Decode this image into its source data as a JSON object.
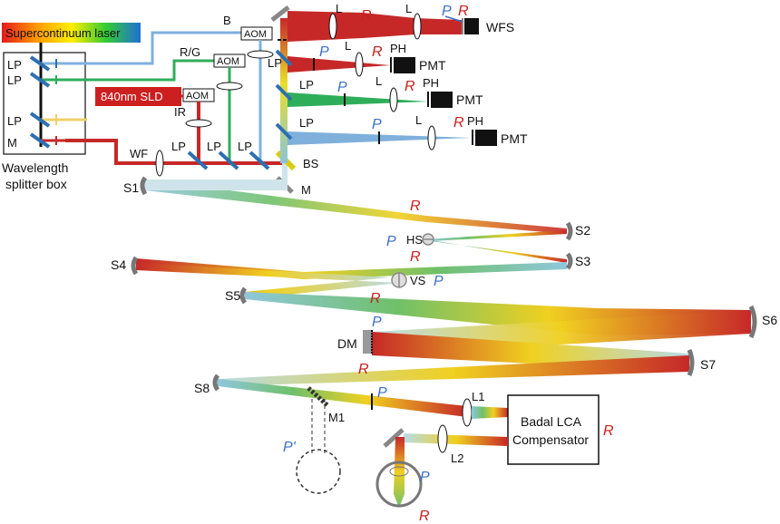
{
  "sources": {
    "supercontinuum": "Supercontinuum laser",
    "sld": "840nm SLD"
  },
  "splitter_box": {
    "line1": "Wavelength",
    "line2": "splitter box"
  },
  "components": {
    "lp": "LP",
    "m": "M",
    "l": "L",
    "aom": "AOM",
    "ph": "PH",
    "pmt": "PMT",
    "wfs": "WFS",
    "bs": "BS",
    "wf": "WF",
    "dm": "DM",
    "hs": "HS",
    "vs": "VS",
    "l1": "L1",
    "l2": "L2",
    "m1": "M1"
  },
  "channels": {
    "b": "B",
    "rg": "R/G",
    "ir": "IR"
  },
  "mirrors": {
    "s1": "S1",
    "s2": "S2",
    "s3": "S3",
    "s4": "S4",
    "s5": "S5",
    "s6": "S6",
    "s7": "S7",
    "s8": "S8"
  },
  "conjugates": {
    "p": "P",
    "r": "R",
    "p_prime": "P'"
  },
  "badal": {
    "line1": "Badal LCA",
    "line2": "Compensator"
  },
  "colors": {
    "red": "#c62828",
    "green": "#2fae5a",
    "blue": "#7fb0dc",
    "yellow": "#e8e02a",
    "beam_cool": "#a9cfe0",
    "p_label": "#3b6fc4",
    "r_label": "#c81e1e"
  }
}
